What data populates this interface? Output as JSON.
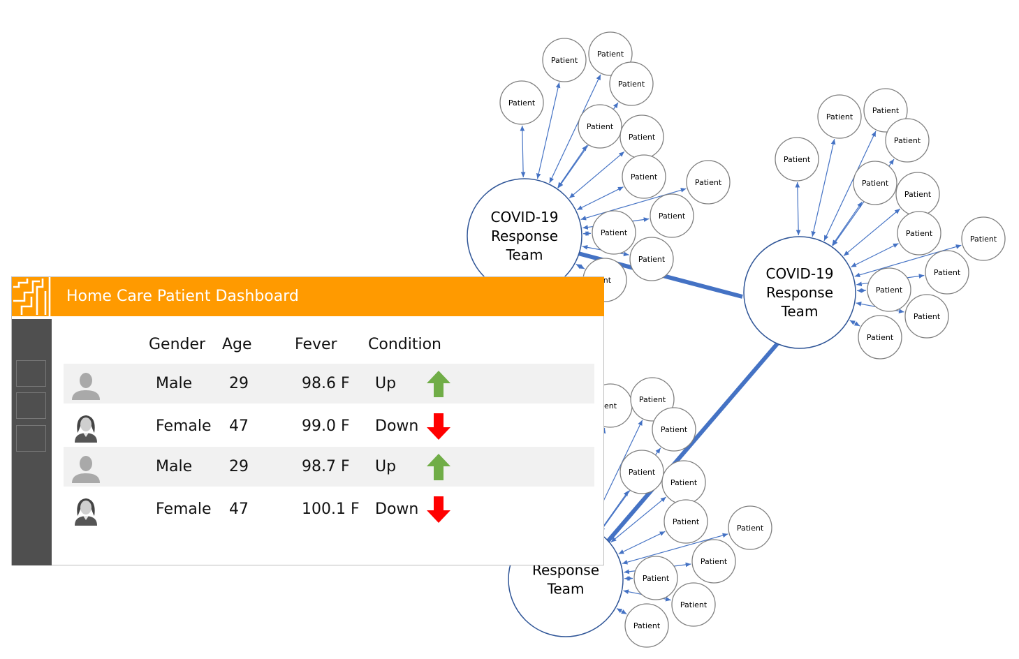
{
  "diagram": {
    "team_label_lines": [
      "COVID-19",
      "Response",
      "Team"
    ],
    "bottom_team_label_lines": [
      "Response",
      "Team"
    ],
    "patient_label": "Patient",
    "partial_patient_label": "ent",
    "link_color": "#4472c4",
    "node_border_color": "#7f7f7f",
    "team_border_color": "#2f5597"
  },
  "dashboard": {
    "title": "Home Care Patient Dashboard",
    "header_color": "#ff9a00",
    "columns": {
      "gender": "Gender",
      "age": "Age",
      "fever": "Fever",
      "condition": "Condition"
    },
    "rows": [
      {
        "avatar": "male-avatar-icon",
        "gender": "Male",
        "age": "29",
        "fever": "98.6 F",
        "condition": "Up",
        "trend": "up"
      },
      {
        "avatar": "female-avatar-icon",
        "gender": "Female",
        "age": "47",
        "fever": "99.0 F",
        "condition": "Down",
        "trend": "down"
      },
      {
        "avatar": "male-avatar-icon",
        "gender": "Male",
        "age": "29",
        "fever": "98.7 F",
        "condition": "Up",
        "trend": "up"
      },
      {
        "avatar": "female-avatar-icon",
        "gender": "Female",
        "age": "47",
        "fever": "100.1 F",
        "condition": "Down",
        "trend": "down"
      }
    ],
    "trend_colors": {
      "up": "#70ad47",
      "down": "#ff0000"
    }
  }
}
